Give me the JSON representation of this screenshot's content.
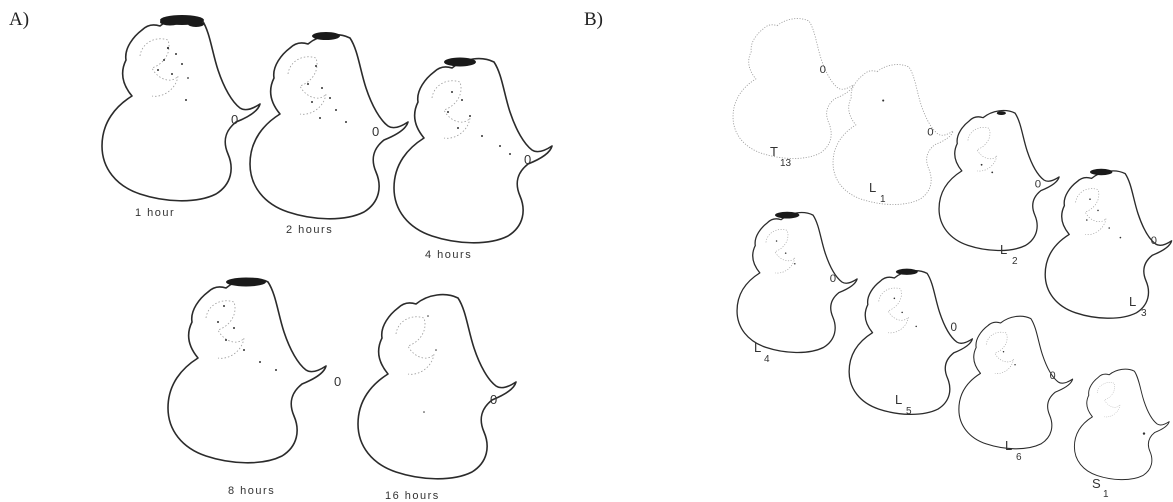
{
  "panel_a": {
    "letter": "A)",
    "sections": [
      {
        "label": "1 hour"
      },
      {
        "label": "2 hours"
      },
      {
        "label": "4 hours"
      },
      {
        "label": "8 hours"
      },
      {
        "label": "16 hours"
      }
    ]
  },
  "panel_b": {
    "letter": "B)",
    "sections": [
      {
        "main": "T",
        "sub": "13"
      },
      {
        "main": "L",
        "sub": "1"
      },
      {
        "main": "L",
        "sub": "2"
      },
      {
        "main": "L",
        "sub": "3"
      },
      {
        "main": "L",
        "sub": "4"
      },
      {
        "main": "L",
        "sub": "5"
      },
      {
        "main": "L",
        "sub": "6"
      },
      {
        "main": "S",
        "sub": "1"
      }
    ]
  }
}
